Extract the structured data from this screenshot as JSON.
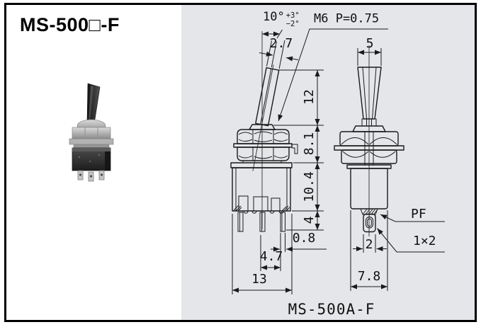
{
  "title": "MS-500□-F",
  "model_label": "MS-500A-F",
  "side_view": {
    "angle_base": "10°",
    "angle_plus": "+3°",
    "angle_minus": "−2°",
    "thread": "M6 P=0.75",
    "lever_thickness": "2.7",
    "lever_height": "12",
    "bushing_stack": "8.1",
    "body_height": "10.4",
    "terminal_length": "4",
    "terminal_thickness": "0.8",
    "terminal_pitch": "4.7",
    "body_width": "13"
  },
  "front_view": {
    "lever_width": "5",
    "seal_label": "PF",
    "hole_size": "1×2",
    "terminal_width": "2",
    "body_width": "7.8"
  },
  "colors": {
    "panel_bg": "#e5e6e9",
    "line": "#1a1a1a",
    "frame": "#000000"
  }
}
